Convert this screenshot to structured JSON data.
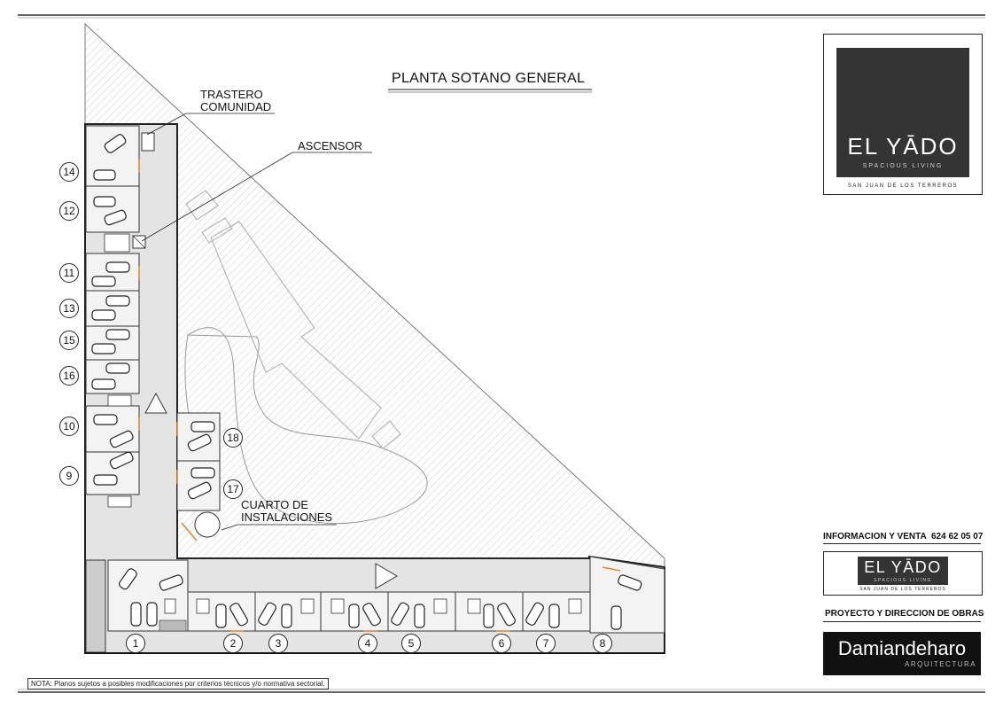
{
  "drawing": {
    "title": "PLANTA SOTANO GENERAL",
    "labels": {
      "trastero_line1": "TRASTERO",
      "trastero_line2": "COMUNIDAD",
      "ascensor": "ASCENSOR",
      "cuarto_line1": "CUARTO DE",
      "cuarto_line2": "INSTALACIONES"
    },
    "units": {
      "left_column": [
        "14",
        "12",
        "11",
        "13",
        "15",
        "16",
        "10",
        "9"
      ],
      "middle_column": [
        "18",
        "17"
      ],
      "bottom_row": [
        "1",
        "2",
        "3",
        "4",
        "5",
        "6",
        "7",
        "8"
      ]
    }
  },
  "logo": {
    "name": "EL YĀDO",
    "tagline": "SPACIOUS LIVING",
    "location": "SAN JUAN DE LOS TERREROS"
  },
  "sales": {
    "label": "INFORMACION Y VENTA",
    "phone": "624 62 05 07"
  },
  "project": {
    "label": "PROYECTO Y DIRECCION DE OBRAS",
    "architect_name": "Damiandeharo",
    "architect_sub": "ARQUITECTURA"
  },
  "note": "NOTA: Planos sujetos a posibles modificaciones por criterios técnicos y/o normativa sectorial.",
  "colors": {
    "logo_background": "#343434",
    "architect_background": "#111111",
    "accent_orange": "#d98a3a"
  }
}
